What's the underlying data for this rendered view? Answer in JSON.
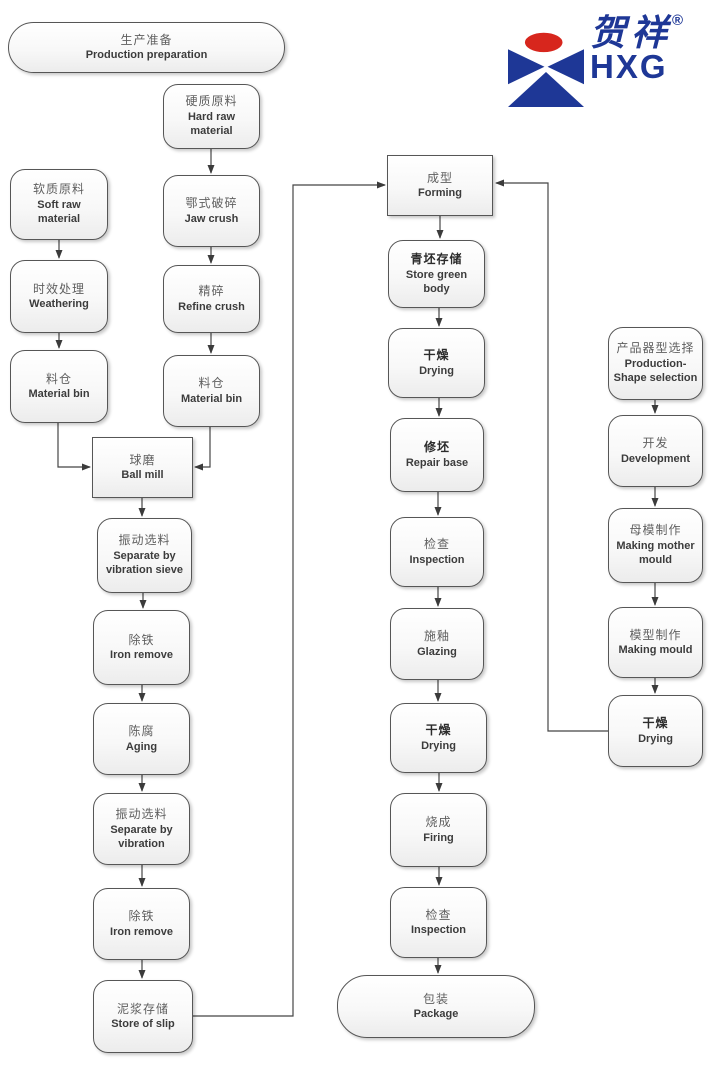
{
  "logo": {
    "cn": "贺祥",
    "registered": "®",
    "abbr": "HXG",
    "blue": "#1e3796",
    "red": "#d7261d"
  },
  "colors": {
    "box_border": "#565656",
    "box_fill_top": "#ffffff",
    "box_fill_bottom": "#ececec",
    "line": "#454545",
    "zh_text": "#5f5f5f",
    "en_text": "#3c3c3c"
  },
  "flowchart": {
    "nodes": [
      {
        "id": "production-preparation",
        "zh": "生产准备",
        "en": "Production preparation"
      },
      {
        "id": "hard-raw-material",
        "zh": "硬质原料",
        "en": "Hard raw material"
      },
      {
        "id": "soft-raw-material",
        "zh": "软质原料",
        "en": "Soft raw material"
      },
      {
        "id": "weathering",
        "zh": "时效处理",
        "en": "Weathering"
      },
      {
        "id": "material-bin-1",
        "zh": "料仓",
        "en": "Material bin"
      },
      {
        "id": "jaw-crush",
        "zh": "鄂式破碎",
        "en": "Jaw crush"
      },
      {
        "id": "refine-crush",
        "zh": "精碎",
        "en": "Refine crush"
      },
      {
        "id": "material-bin-2",
        "zh": "料仓",
        "en": "Material bin"
      },
      {
        "id": "ball-mill",
        "zh": "球磨",
        "en": "Ball mill"
      },
      {
        "id": "separate-by-vibration-sieve",
        "zh": "振动选料",
        "en": "Separate by vibration sieve"
      },
      {
        "id": "iron-remove-1",
        "zh": "除铁",
        "en": "Iron remove"
      },
      {
        "id": "aging",
        "zh": "陈腐",
        "en": "Aging"
      },
      {
        "id": "separate-by-vibration",
        "zh": "振动选料",
        "en": "Separate by vibration"
      },
      {
        "id": "iron-remove-2",
        "zh": "除铁",
        "en": "Iron remove"
      },
      {
        "id": "store-of-slip",
        "zh": "泥浆存储",
        "en": "Store of slip"
      },
      {
        "id": "forming",
        "zh": "成型",
        "en": "Forming"
      },
      {
        "id": "store-green-body",
        "zh": "青坯存储",
        "en": "Store green body",
        "bold": true
      },
      {
        "id": "drying-1",
        "zh": "干燥",
        "en": "Drying",
        "bold": true
      },
      {
        "id": "repair-base",
        "zh": "修坯",
        "en": "Repair base",
        "bold": true
      },
      {
        "id": "inspection-1",
        "zh": "检查",
        "en": "Inspection"
      },
      {
        "id": "glazing",
        "zh": "施釉",
        "en": "Glazing"
      },
      {
        "id": "drying-2",
        "zh": "干燥",
        "en": "Drying",
        "bold": true
      },
      {
        "id": "firing",
        "zh": "烧成",
        "en": "Firing"
      },
      {
        "id": "inspection-2",
        "zh": "检查",
        "en": "Inspection"
      },
      {
        "id": "package",
        "zh": "包装",
        "en": "Package"
      },
      {
        "id": "production-shape-selection",
        "zh": "产品器型选择",
        "en": "Production-Shape selection"
      },
      {
        "id": "development",
        "zh": "开发",
        "en": "Development"
      },
      {
        "id": "making-mother-mould",
        "zh": "母模制作",
        "en": "Making mother mould"
      },
      {
        "id": "making-mould",
        "zh": "模型制作",
        "en": "Making mould"
      },
      {
        "id": "drying-3",
        "zh": "干燥",
        "en": "Drying",
        "bold": true
      }
    ]
  }
}
